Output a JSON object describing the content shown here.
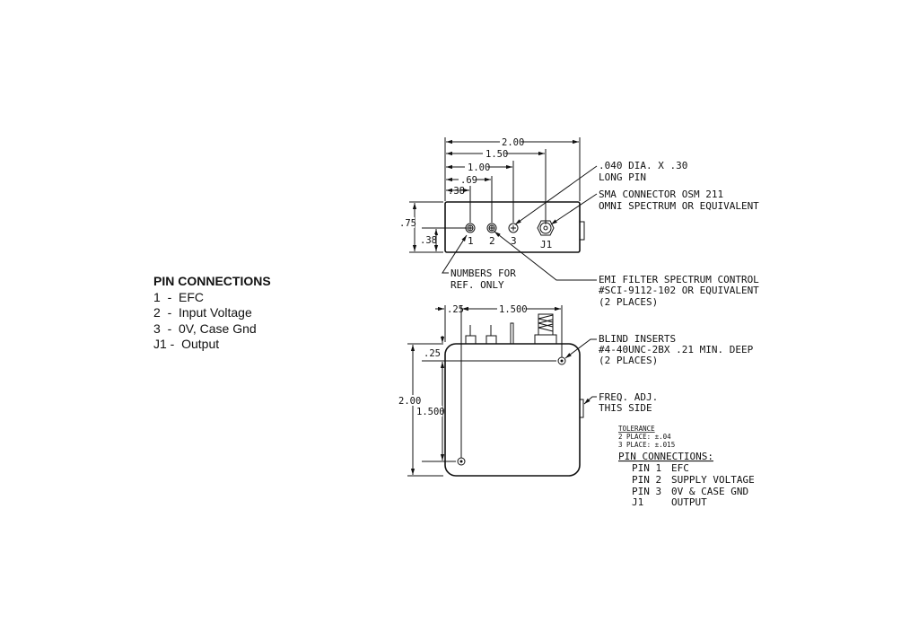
{
  "legend": {
    "title": "PIN CONNECTIONS",
    "rows": [
      "1  -  EFC",
      "2  -  Input Voltage",
      "3  -  0V, Case Gnd",
      "J1 -  Output"
    ]
  },
  "top_view": {
    "dims_h": [
      "2.00",
      "1.50",
      "1.00",
      ".69",
      ".38"
    ],
    "dims_v": [
      ".75",
      ".38"
    ],
    "pin_labels": [
      "1",
      "2",
      "3",
      "J1"
    ]
  },
  "side_view": {
    "dims_h": [
      ".25",
      "1.500"
    ],
    "dims_v": [
      ".25",
      "2.00",
      "1.500"
    ]
  },
  "callouts": {
    "pin_dia": [
      ".040 DIA. X .30",
      "LONG PIN"
    ],
    "sma": [
      "SMA CONNECTOR OSM 211",
      "OMNI SPECTRUM OR EQUIVALENT"
    ],
    "numbers": [
      "NUMBERS FOR",
      "REF. ONLY"
    ],
    "emi": [
      "EMI FILTER SPECTRUM CONTROL",
      "#SCI-9112-102 OR EQUIVALENT",
      "(2 PLACES)"
    ],
    "inserts": [
      "BLIND INSERTS",
      "#4-40UNC-2BX .21 MIN. DEEP",
      "(2 PLACES)"
    ],
    "freq": [
      "FREQ. ADJ.",
      "THIS SIDE"
    ]
  },
  "tolerance": {
    "title": "TOLERANCE",
    "rows": [
      "2 PLACE: ±.04",
      "3 PLACE: ±.015"
    ]
  },
  "pin_table": {
    "title": "PIN CONNECTIONS:",
    "rows": [
      {
        "pin": "PIN 1",
        "fn": "EFC"
      },
      {
        "pin": "PIN 2",
        "fn": "SUPPLY VOLTAGE"
      },
      {
        "pin": "PIN 3",
        "fn": "0V & CASE GND"
      },
      {
        "pin": "J1",
        "fn": "OUTPUT"
      }
    ]
  }
}
